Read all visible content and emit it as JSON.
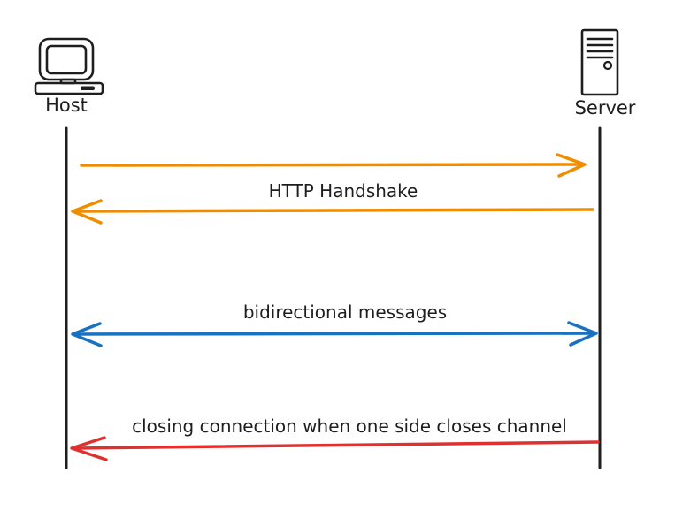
{
  "colors": {
    "ink": "#1e1e1e",
    "orange": "#f08c00",
    "blue": "#1971c2",
    "red": "#e03131",
    "background": "#ffffff"
  },
  "actors": {
    "host": {
      "label": "Host",
      "icon": "desktop-computer-icon"
    },
    "server": {
      "label": "Server",
      "icon": "server-tower-icon"
    }
  },
  "messages": [
    {
      "label": "HTTP Handshake",
      "color": "#f08c00",
      "arrows": [
        "host-to-server",
        "server-to-host"
      ]
    },
    {
      "label": "bidirectional messages",
      "color": "#1971c2",
      "arrows": [
        "bidirectional"
      ]
    },
    {
      "label": "closing connection when one side closes channel",
      "color": "#e03131",
      "arrows": [
        "server-to-host"
      ]
    }
  ]
}
